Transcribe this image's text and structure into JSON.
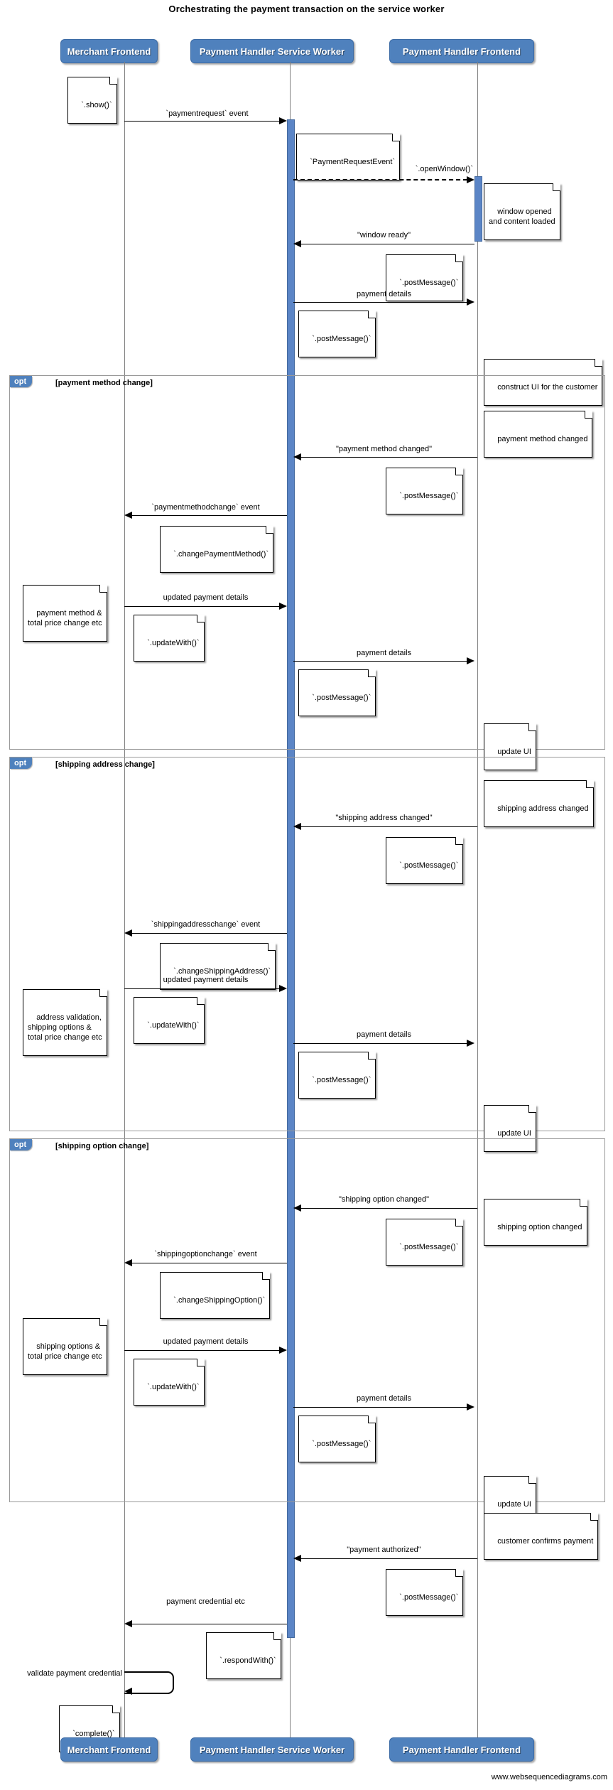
{
  "title": "Orchestrating the payment transaction on the service worker",
  "footer": "www.websequencediagrams.com",
  "colors": {
    "actor_fill": "#4f81bd",
    "activation_fill": "#5b85c6",
    "frame_border": "#999999",
    "lifeline": "#808080"
  },
  "actors": [
    {
      "id": "merchant",
      "label": "Merchant Frontend"
    },
    {
      "id": "sw",
      "label": "Payment Handler Service Worker"
    },
    {
      "id": "frontend",
      "label": "Payment Handler Frontend"
    }
  ],
  "actors_bottom": [
    {
      "id": "merchant",
      "label": "Merchant Frontend"
    },
    {
      "id": "sw",
      "label": "Payment Handler Service Worker"
    },
    {
      "id": "frontend",
      "label": "Payment Handler Frontend"
    }
  ],
  "frames": [
    {
      "id": "opt1",
      "tab": "opt",
      "condition": "[payment method change]"
    },
    {
      "id": "opt2",
      "tab": "opt",
      "condition": "[shipping address change]"
    },
    {
      "id": "opt3",
      "tab": "opt",
      "condition": "[shipping option change]"
    }
  ],
  "messages": [
    {
      "id": "m1",
      "label": "`paymentrequest` event",
      "from": "merchant",
      "to": "sw",
      "dir": "right",
      "style": "solid"
    },
    {
      "id": "m2",
      "label": "`.openWindow()`",
      "from": "sw",
      "to": "frontend",
      "dir": "right",
      "style": "dashed"
    },
    {
      "id": "m3",
      "label": "\"window ready\"",
      "from": "frontend",
      "to": "sw",
      "dir": "left",
      "style": "solid"
    },
    {
      "id": "m4",
      "label": "payment details",
      "from": "sw",
      "to": "frontend",
      "dir": "right",
      "style": "solid"
    },
    {
      "id": "m5",
      "label": "\"payment method changed\"",
      "from": "frontend",
      "to": "sw",
      "dir": "left",
      "style": "solid"
    },
    {
      "id": "m6",
      "label": "`paymentmethodchange` event",
      "from": "sw",
      "to": "merchant",
      "dir": "left",
      "style": "solid"
    },
    {
      "id": "m7",
      "label": "updated payment details",
      "from": "merchant",
      "to": "sw",
      "dir": "right",
      "style": "solid"
    },
    {
      "id": "m8",
      "label": "payment details",
      "from": "sw",
      "to": "frontend",
      "dir": "right",
      "style": "solid"
    },
    {
      "id": "m9",
      "label": "\"shipping address changed\"",
      "from": "frontend",
      "to": "sw",
      "dir": "left",
      "style": "solid"
    },
    {
      "id": "m10",
      "label": "`shippingaddresschange` event",
      "from": "sw",
      "to": "merchant",
      "dir": "left",
      "style": "solid"
    },
    {
      "id": "m11",
      "label": "updated payment details",
      "from": "merchant",
      "to": "sw",
      "dir": "right",
      "style": "solid"
    },
    {
      "id": "m12",
      "label": "payment details",
      "from": "sw",
      "to": "frontend",
      "dir": "right",
      "style": "solid"
    },
    {
      "id": "m13",
      "label": "\"shipping option changed\"",
      "from": "frontend",
      "to": "sw",
      "dir": "left",
      "style": "solid"
    },
    {
      "id": "m14",
      "label": "`shippingoptionchange` event",
      "from": "sw",
      "to": "merchant",
      "dir": "left",
      "style": "solid"
    },
    {
      "id": "m15",
      "label": "updated payment details",
      "from": "merchant",
      "to": "sw",
      "dir": "right",
      "style": "solid"
    },
    {
      "id": "m16",
      "label": "payment details",
      "from": "sw",
      "to": "frontend",
      "dir": "right",
      "style": "solid"
    },
    {
      "id": "m17",
      "label": "\"payment authorized\"",
      "from": "frontend",
      "to": "sw",
      "dir": "left",
      "style": "solid"
    },
    {
      "id": "m18",
      "label": "payment credential etc",
      "from": "sw",
      "to": "merchant",
      "dir": "left",
      "style": "solid"
    },
    {
      "id": "m19",
      "label": "validate payment credential",
      "from": "merchant",
      "to": "merchant",
      "dir": "self",
      "style": "solid"
    }
  ],
  "notes": [
    {
      "id": "n1",
      "text": "`.show()`"
    },
    {
      "id": "n2",
      "text": "`PaymentRequestEvent`"
    },
    {
      "id": "n3",
      "text": "window opened\nand content loaded"
    },
    {
      "id": "n4",
      "text": "`.postMessage()`"
    },
    {
      "id": "n5",
      "text": "`.postMessage()`"
    },
    {
      "id": "n6",
      "text": "construct UI for the customer"
    },
    {
      "id": "n7",
      "text": "payment method changed"
    },
    {
      "id": "n8",
      "text": "`.postMessage()`"
    },
    {
      "id": "n9",
      "text": "`.changePaymentMethod()`"
    },
    {
      "id": "n10",
      "text": "payment method &\ntotal price change etc"
    },
    {
      "id": "n11",
      "text": "`.updateWith()`"
    },
    {
      "id": "n12",
      "text": "`.postMessage()`"
    },
    {
      "id": "n13",
      "text": "update UI"
    },
    {
      "id": "n14",
      "text": "shipping address changed"
    },
    {
      "id": "n15",
      "text": "`.postMessage()`"
    },
    {
      "id": "n16",
      "text": "`.changeShippingAddress()`"
    },
    {
      "id": "n17",
      "text": "address validation,\nshipping options &\ntotal price change etc"
    },
    {
      "id": "n18",
      "text": "`.updateWith()`"
    },
    {
      "id": "n19",
      "text": "`.postMessage()`"
    },
    {
      "id": "n20",
      "text": "update UI"
    },
    {
      "id": "n21",
      "text": "shipping option changed"
    },
    {
      "id": "n22",
      "text": "`.postMessage()`"
    },
    {
      "id": "n23",
      "text": "`.changeShippingOption()`"
    },
    {
      "id": "n24",
      "text": "shipping options &\ntotal price change etc"
    },
    {
      "id": "n25",
      "text": "`.updateWith()`"
    },
    {
      "id": "n26",
      "text": "`.postMessage()`"
    },
    {
      "id": "n27",
      "text": "update UI"
    },
    {
      "id": "n28",
      "text": "customer confirms payment"
    },
    {
      "id": "n29",
      "text": "`.postMessage()`"
    },
    {
      "id": "n30",
      "text": "`.respondWith()`"
    },
    {
      "id": "n31",
      "text": "`complete()`"
    }
  ]
}
